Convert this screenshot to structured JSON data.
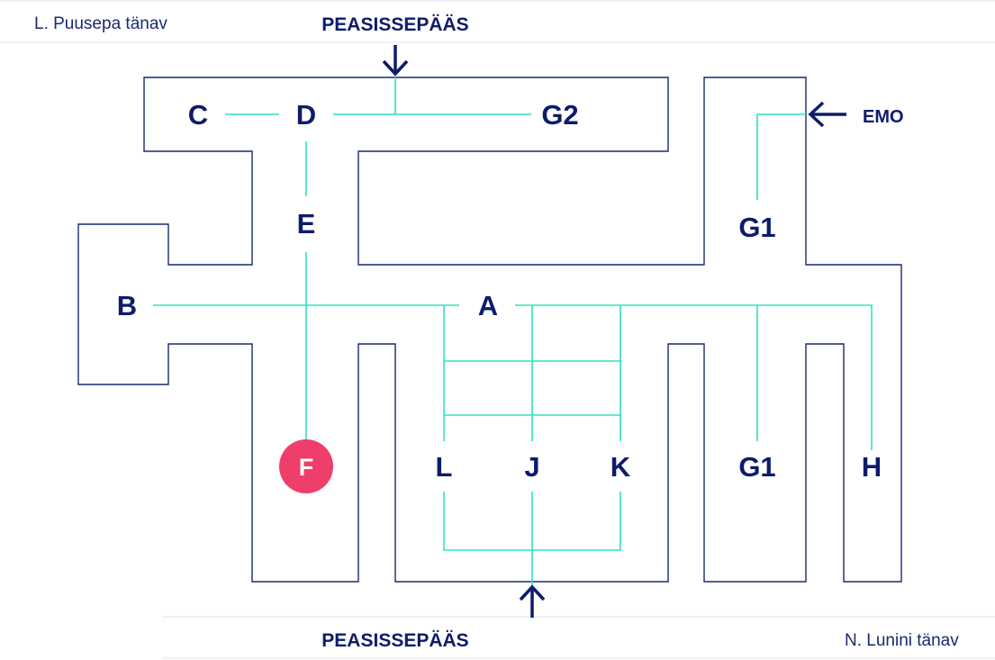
{
  "streets": {
    "top_left": "L. Puusepa tänav",
    "bottom_right": "N. Lunini tänav"
  },
  "entrances": {
    "main_top": "PEASISSEPÄÄS",
    "main_bottom": "PEASISSEPÄÄS",
    "emergency": "EMO"
  },
  "blocks": {
    "A": "A",
    "B": "B",
    "C": "C",
    "D": "D",
    "E": "E",
    "F": "F",
    "G1_top": "G1",
    "G1_bottom": "G1",
    "G2": "G2",
    "H": "H",
    "J": "J",
    "K": "K",
    "L": "L"
  },
  "colors": {
    "wall": "#1a2a6c",
    "label": "#0d1b6b",
    "route": "#2ee3c2",
    "highlight": "#ee3f6b"
  },
  "highlighted_block": "F"
}
